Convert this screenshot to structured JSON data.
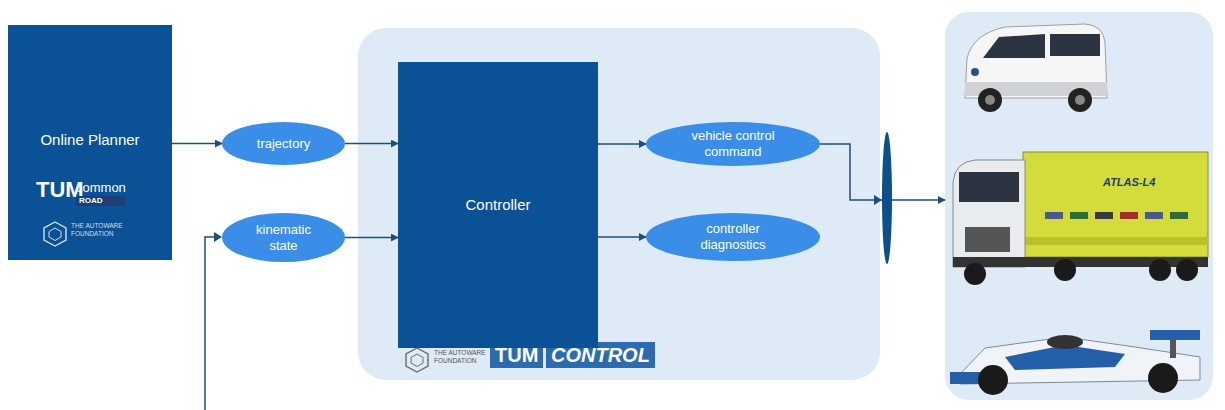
{
  "diagram": {
    "nodes": [
      {
        "text": [
          "Online Planner",
          "TUM",
          "common",
          "ROAD",
          "THE AUTOWARE FOUNDATION"
        ]
      },
      {
        "text": [
          "trajectory"
        ]
      },
      {
        "text": [
          "kinematic state"
        ]
      },
      {
        "text": [
          "THE AUTOWARE FOUNDATION",
          "TUM",
          "CONTROL"
        ]
      },
      {
        "text": [
          "Controller"
        ],
        "in": 3
      },
      {
        "text": [
          "vehicle control command"
        ],
        "in": 3
      },
      {
        "text": [
          "controller diagnostics"
        ],
        "in": 3
      },
      {
        "text": [
          "ATLAS-L4"
        ]
      }
    ],
    "edges": [
      {
        "from": 0,
        "to": 1,
        "arrow": "to"
      },
      {
        "from": 1,
        "to": 4,
        "arrow": "to"
      },
      {
        "from": 2,
        "to": 4,
        "arrow": "to"
      },
      {
        "from": 4,
        "to": 5,
        "arrow": "to"
      },
      {
        "from": 4,
        "to": 6,
        "arrow": "to"
      },
      {
        "from": 5,
        "to": 7,
        "arrow": "to"
      }
    ]
  }
}
